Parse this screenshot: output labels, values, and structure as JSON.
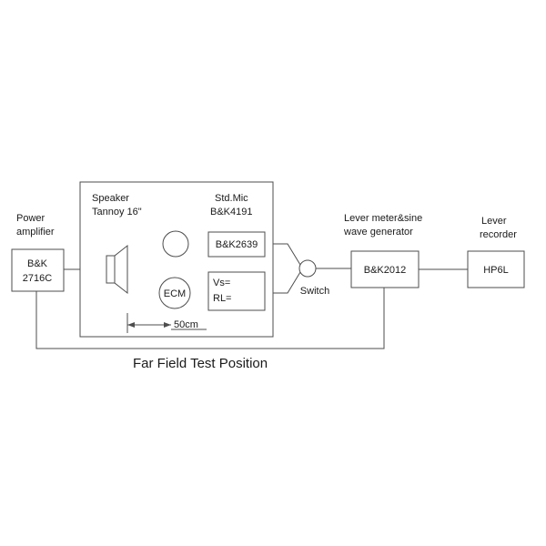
{
  "colors": {
    "line": "#4d4d4d",
    "text": "#1a1a1a",
    "background": "#ffffff"
  },
  "diagram": {
    "title": "Far Field Test Position",
    "power_amplifier": {
      "label_line1": "Power",
      "label_line2": "amplifier",
      "box_line1": "B&K",
      "box_line2": "2716C"
    },
    "chamber": {
      "speaker_label_line1": "Speaker",
      "speaker_label_line2": "Tannoy 16\"",
      "std_mic_label_line1": "Std.Mic",
      "std_mic_label_line2": "B&K4191",
      "preamp_box_label": "B&K2639",
      "ecm_label": "ECM",
      "vs_label": "Vs=",
      "rl_label": "RL=",
      "distance_label": "50cm"
    },
    "switch": {
      "label": "Switch"
    },
    "lever_meter": {
      "label_line1": "Lever meter&sine",
      "label_line2": "wave generator",
      "box_label": "B&K2012"
    },
    "lever_recorder": {
      "label_line1": "Lever",
      "label_line2": "recorder",
      "box_label": "HP6L"
    }
  }
}
